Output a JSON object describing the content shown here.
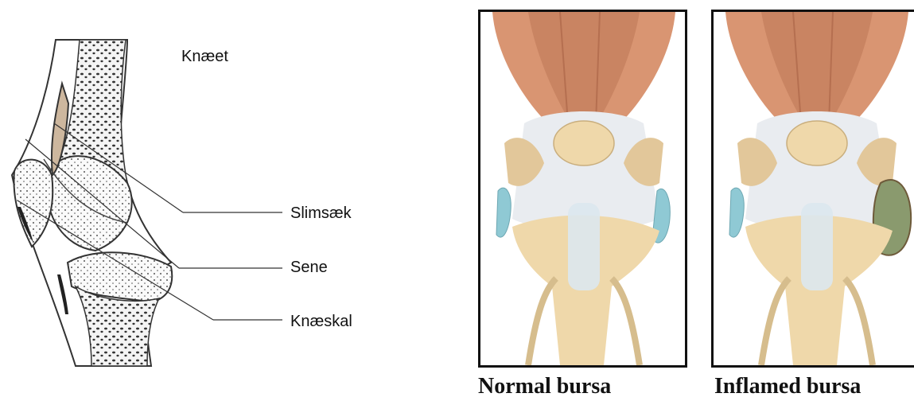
{
  "left_diagram": {
    "title": "Knæet",
    "labels": {
      "bursa": "Slimsæk",
      "tendon": "Sene",
      "kneecap": "Knæskal"
    }
  },
  "right_panels": {
    "normal_caption": "Normal bursa",
    "inflamed_caption": "Inflamed bursa"
  },
  "colors": {
    "muscle": "#d99572",
    "bone": "#efd8aa",
    "ligament": "#e9ecf0",
    "bursa_normal": "#8fc9d4",
    "bursa_inflamed": "#8a9a6e"
  }
}
